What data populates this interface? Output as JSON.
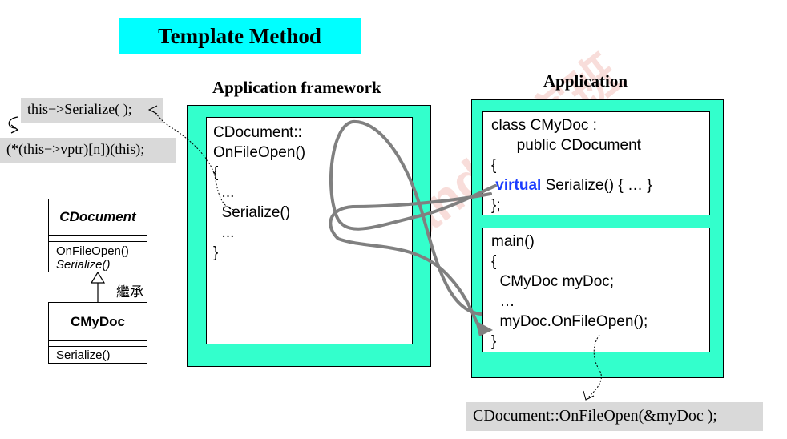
{
  "title": "Template Method",
  "framework": {
    "heading": "Application framework",
    "code_lines": [
      "CDocument::",
      "OnFileOpen()",
      "{",
      "  ...",
      "  Serialize()",
      "  ...",
      "}"
    ]
  },
  "application": {
    "heading": "Application",
    "class_lines": [
      "class CMyDoc :",
      "      public CDocument",
      "{"
    ],
    "virtual_kw": "virtual",
    "virtual_rest": " Serialize() { … }",
    "class_end": "};",
    "main_lines": [
      "main()",
      "{",
      "  CMyDoc myDoc;",
      "  …",
      "  myDoc.OnFileOpen();",
      "}"
    ]
  },
  "notes": {
    "serialize_call": "this−>Serialize( );",
    "vptr_call": "(*(this−>vptr)[n])(this);",
    "onfileopen_call": "CDocument::OnFileOpen(&myDoc );"
  },
  "uml": {
    "base_class": "CDocument",
    "base_methods": [
      "OnFileOpen()",
      "Serialize()"
    ],
    "inherit_label": "繼承",
    "derived_class": "CMyDoc",
    "derived_methods": [
      "Serialize()"
    ]
  },
  "watermark": "GeekBand 极客班",
  "colors": {
    "title_bg": "#00ffff",
    "panel_bg": "#33ffcc",
    "note_bg": "#d9d9d9",
    "keyword": "#1a3cff",
    "watermark": "#e06a5a"
  }
}
